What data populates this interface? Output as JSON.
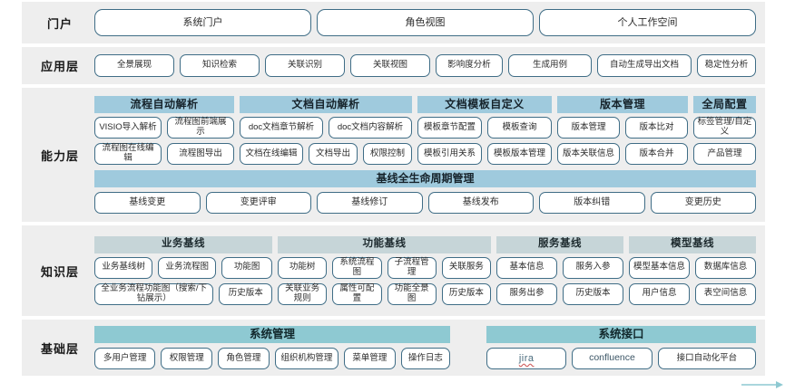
{
  "layers": [
    {
      "key": "portal",
      "label": "门户",
      "items": [
        "系统门户",
        "角色视图",
        "个人工作空间"
      ]
    },
    {
      "key": "application",
      "label": "应用层",
      "items": [
        "全景展现",
        "知识检索",
        "关联识别",
        "关联视图",
        "影响度分析",
        "生成用例",
        "自动生成导出文档",
        "稳定性分析"
      ]
    },
    {
      "key": "capability",
      "label": "能力层",
      "groups": [
        {
          "title": "流程自动解析",
          "rows": [
            [
              "VISIO导入解析",
              "流程图前端展示"
            ],
            [
              "流程图在线编辑",
              "流程图导出"
            ]
          ]
        },
        {
          "title": "文档自动解析",
          "rows": [
            [
              "doc文档章节解析",
              "doc文档内容解析"
            ],
            [
              "文档在线编辑",
              "文档导出",
              "权限控制"
            ]
          ]
        },
        {
          "title": "文档模板自定义",
          "rows": [
            [
              "模板章节配置",
              "模板查询"
            ],
            [
              "模板引用关系",
              "模板版本管理"
            ]
          ]
        },
        {
          "title": "版本管理",
          "rows": [
            [
              "版本管理",
              "版本比对"
            ],
            [
              "版本关联信息",
              "版本合并"
            ]
          ]
        },
        {
          "title": "全局配置",
          "rows": [
            [
              "标签管理/自定义"
            ],
            [
              "产品管理"
            ]
          ]
        }
      ],
      "strip": {
        "title": "基线全生命周期管理",
        "items": [
          "基线变更",
          "变更评审",
          "基线修订",
          "基线发布",
          "版本纠错",
          "变更历史"
        ]
      }
    },
    {
      "key": "knowledge",
      "label": "知识层",
      "groups": [
        {
          "title": "业务基线",
          "rows": [
            [
              "业务基线树",
              "业务流程图",
              "功能图"
            ],
            [
              "全业务流程功能图（搜索/下钻展示）",
              "历史版本"
            ]
          ]
        },
        {
          "title": "功能基线",
          "rows": [
            [
              "功能树",
              "系统流程图",
              "子流程管理",
              "关联服务"
            ],
            [
              "关联业务规则",
              "属性可配置",
              "功能全景图",
              "历史版本"
            ]
          ]
        },
        {
          "title": "服务基线",
          "rows": [
            [
              "基本信息",
              "服务入参"
            ],
            [
              "服务出参",
              "历史版本"
            ]
          ]
        },
        {
          "title": "模型基线",
          "rows": [
            [
              "模型基本信息",
              "数据库信息"
            ],
            [
              "用户信息",
              "表空间信息"
            ]
          ]
        }
      ]
    },
    {
      "key": "base",
      "label": "基础层",
      "groups": [
        {
          "title": "系统管理",
          "items": [
            "多用户管理",
            "权限管理",
            "角色管理",
            "组织机构管理",
            "菜单管理",
            "操作日志"
          ]
        },
        {
          "title": "系统接口",
          "items": [
            "jira",
            "confluence",
            "接口自动化平台"
          ]
        }
      ]
    }
  ],
  "colors": {
    "panel_bg": "#eeeeee",
    "pill_border": "#3f6d86",
    "header_blue": "#9fcadd",
    "header_soft": "#c6d5d8",
    "base_header": "#8ec9d2",
    "text": "#2b2b2b"
  }
}
